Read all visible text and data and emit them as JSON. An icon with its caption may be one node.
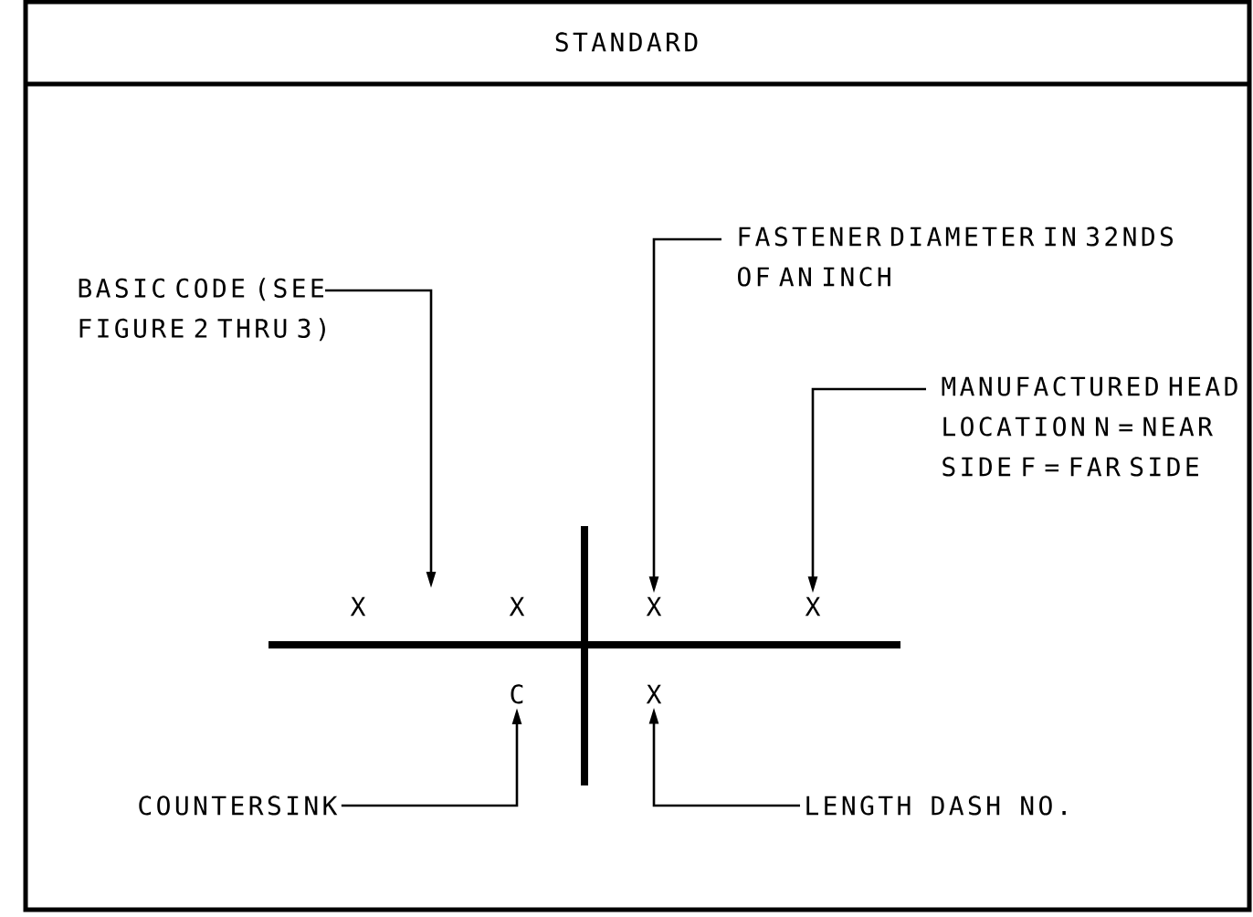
{
  "diagram": {
    "title": "STANDARD",
    "nodes": [
      {
        "text": [
          "BASIC CODE (SEE FIGURE 2 THRU 3)"
        ]
      },
      {
        "text": [
          "FASTENER DIAMETER IN 32NDS OF AN INCH"
        ]
      },
      {
        "text": [
          "MANUFACTURED HEAD LOCATION N = NEAR SIDE F = FAR SIDE"
        ]
      },
      {
        "text": [
          "COUNTERSINK"
        ]
      },
      {
        "text": [
          "LENGTH DASH NO."
        ]
      },
      {
        "text": [
          "X"
        ]
      },
      {
        "text": [
          "X"
        ]
      },
      {
        "text": [
          "C"
        ]
      },
      {
        "text": [
          "X"
        ]
      }
    ],
    "edges": [
      {
        "from": 0,
        "to": null,
        "arrow": "to"
      },
      {
        "from": 1,
        "to": 5,
        "arrow": "to"
      },
      {
        "from": 2,
        "to": 6,
        "arrow": "to"
      },
      {
        "from": 3,
        "to": 7,
        "arrow": "to"
      },
      {
        "from": 4,
        "to": 8,
        "arrow": "to"
      }
    ],
    "labels": [
      "X",
      "X"
    ]
  }
}
